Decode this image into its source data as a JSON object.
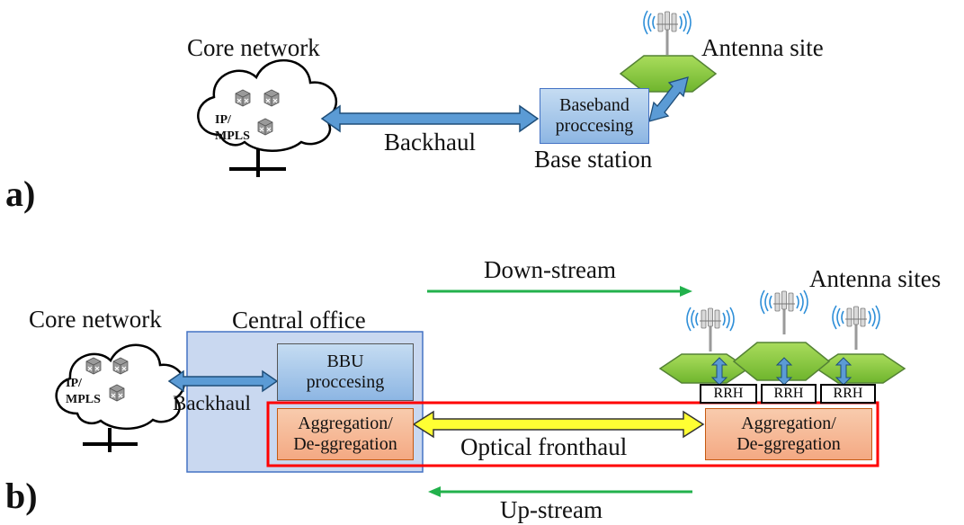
{
  "panel_a": {
    "letter": "a)",
    "core_network": "Core network",
    "cloud_text_1": "IP/",
    "cloud_text_2": "MPLS",
    "backhaul": "Backhaul",
    "bbu_line1": "Baseband",
    "bbu_line2": "proccesing",
    "base_station": "Base station",
    "antenna_site": "Antenna site"
  },
  "panel_b": {
    "letter": "b)",
    "core_network": "Core network",
    "cloud_text_1": "IP/",
    "cloud_text_2": "MPLS",
    "central_office": "Central office",
    "bbu_line1": "BBU",
    "bbu_line2": "proccesing",
    "backhaul": "Backhaul",
    "agg_left_line1": "Aggregation/",
    "agg_left_line2": "De-ggregation",
    "optical_fronthaul": "Optical fronthaul",
    "agg_right_line1": "Aggregation/",
    "agg_right_line2": "De-ggregation",
    "down_stream": "Down-stream",
    "up_stream": "Up-stream",
    "antenna_sites": "Antenna sites",
    "rrh": [
      "RRH",
      "RRH",
      "RRH"
    ]
  },
  "colors": {
    "bbu_blue": "#9dc3e6",
    "central_office_fill": "#c9d8f0",
    "aggregation_fill": "#f4b183",
    "fronthaul_border": "#ff0000",
    "arrow_blue": "#5b9bd5",
    "fronthaul_arrow": "#ffff33",
    "downstream_arrow": "#22b14c",
    "hexagon_green": "#92d050"
  },
  "icons": [
    "cloud-icon",
    "router-icon",
    "antenna-tower-icon",
    "hexagon-cell-icon",
    "signal-wave-icon"
  ]
}
